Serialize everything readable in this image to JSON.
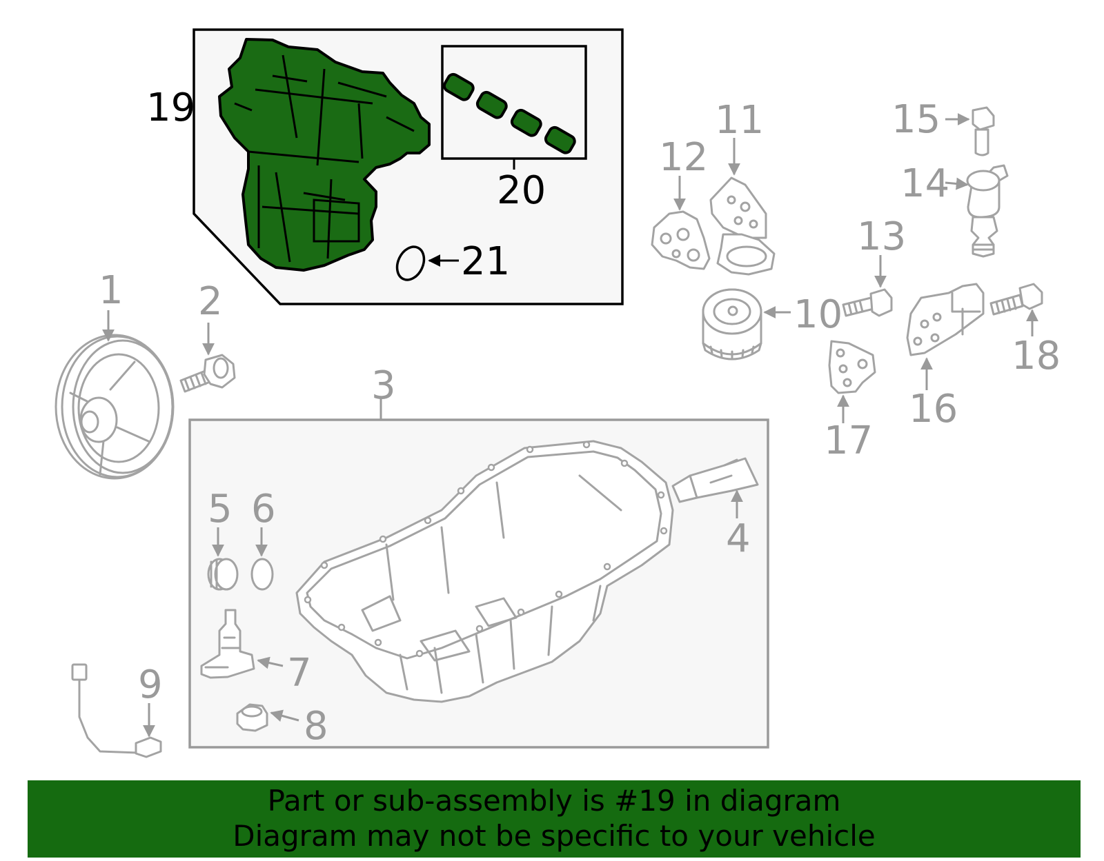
{
  "callouts": {
    "c1": "1",
    "c2": "2",
    "c3": "3",
    "c4": "4",
    "c5": "5",
    "c6": "6",
    "c7": "7",
    "c8": "8",
    "c9": "9",
    "c10": "10",
    "c11": "11",
    "c12": "12",
    "c13": "13",
    "c14": "14",
    "c15": "15",
    "c16": "16",
    "c17": "17",
    "c18": "18",
    "c19": "19",
    "c20": "20",
    "c21": "21"
  },
  "highlighted_part": "19",
  "colors": {
    "highlight_fill": "#1a6b14",
    "banner_bg": "#156b10",
    "parts_stroke": "#a3a3a3",
    "callout_gray": "#9a9a9a"
  },
  "banner": {
    "line1": "Part or sub-assembly is #19 in diagram",
    "line2": "Diagram may not be specific to your vehicle"
  }
}
